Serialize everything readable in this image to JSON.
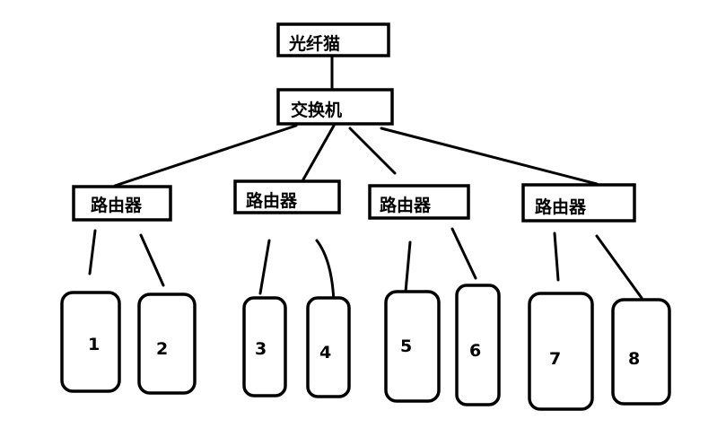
{
  "modem": {
    "label": "光纤猫"
  },
  "switch": {
    "label": "交换机"
  },
  "routers": [
    {
      "label": "路由器"
    },
    {
      "label": "路由器"
    },
    {
      "label": "路由器"
    },
    {
      "label": "路由器"
    }
  ],
  "devices": [
    {
      "label": "1"
    },
    {
      "label": "2"
    },
    {
      "label": "3"
    },
    {
      "label": "4"
    },
    {
      "label": "5"
    },
    {
      "label": "6"
    },
    {
      "label": "7"
    },
    {
      "label": "8"
    }
  ]
}
